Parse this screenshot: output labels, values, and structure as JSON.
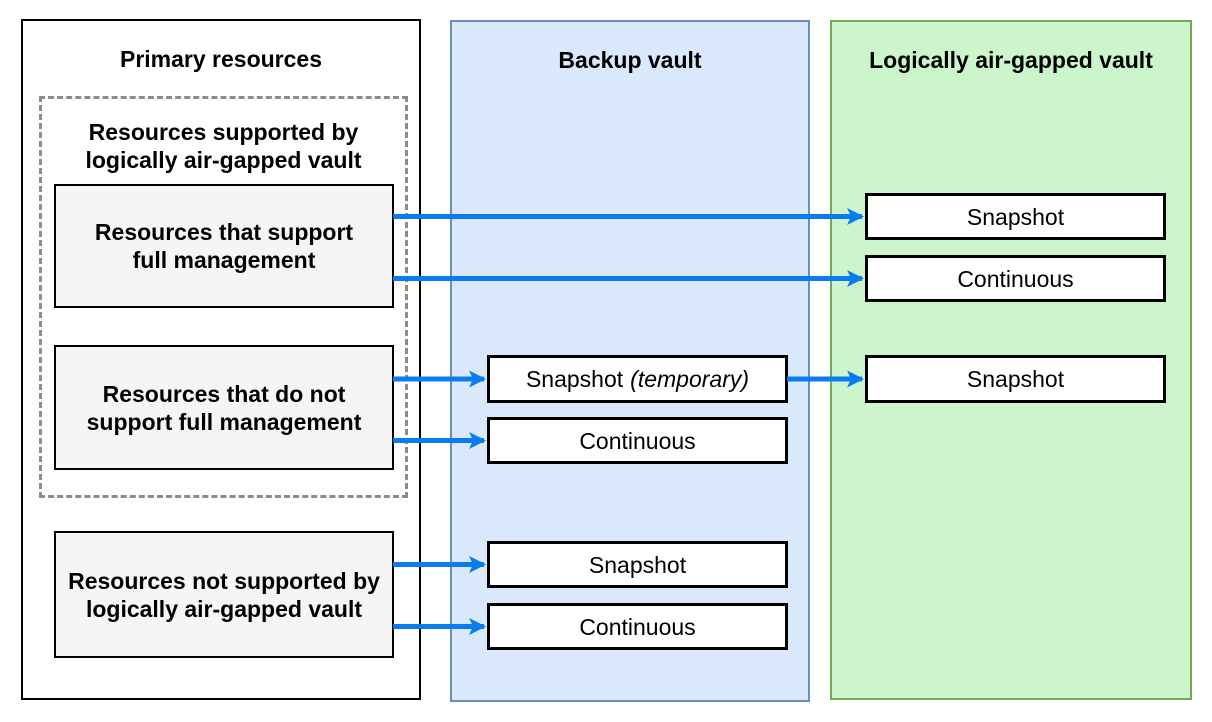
{
  "colors": {
    "arrow": "#0b7cf0",
    "bv_fill": "#dae8fc",
    "bv_border": "#6c8ebf",
    "lag_fill": "#ccf5cc",
    "lag_border": "#72ab56",
    "box_fill": "#f5f5f5",
    "dashed_border": "#8c8c8c"
  },
  "primary": {
    "title": "Primary resources",
    "group": {
      "heading": [
        "Resources supported by",
        "logically air-gapped vault"
      ],
      "boxes": [
        {
          "lines": [
            "Resources that support",
            "full management"
          ]
        },
        {
          "lines": [
            "Resources that do not",
            "support full management"
          ]
        }
      ]
    },
    "unsupported_box": {
      "lines": [
        "Resources not supported by",
        "logically air-gapped vault"
      ]
    }
  },
  "backup_vault": {
    "title": "Backup vault",
    "boxes": [
      {
        "label": "Snapshot",
        "suffix": "(temporary)"
      },
      {
        "label": "Continuous"
      },
      {
        "label": "Snapshot"
      },
      {
        "label": "Continuous"
      }
    ]
  },
  "airgap_vault": {
    "title": "Logically air-gapped vault",
    "boxes": [
      {
        "label": "Snapshot"
      },
      {
        "label": "Continuous"
      },
      {
        "label": "Snapshot"
      }
    ]
  },
  "connections": [
    {
      "from": "resources-full-management-box",
      "to": "lag-snapshot-1-box"
    },
    {
      "from": "resources-full-management-box",
      "to": "lag-continuous-box"
    },
    {
      "from": "resources-no-full-management-box",
      "to": "bv-snapshot-temporary-box"
    },
    {
      "from": "bv-snapshot-temporary-box",
      "to": "lag-snapshot-2-box"
    },
    {
      "from": "resources-no-full-management-box",
      "to": "bv-continuous-1-box"
    },
    {
      "from": "resources-unsupported-box",
      "to": "bv-snapshot-2-box"
    },
    {
      "from": "resources-unsupported-box",
      "to": "bv-continuous-2-box"
    }
  ]
}
